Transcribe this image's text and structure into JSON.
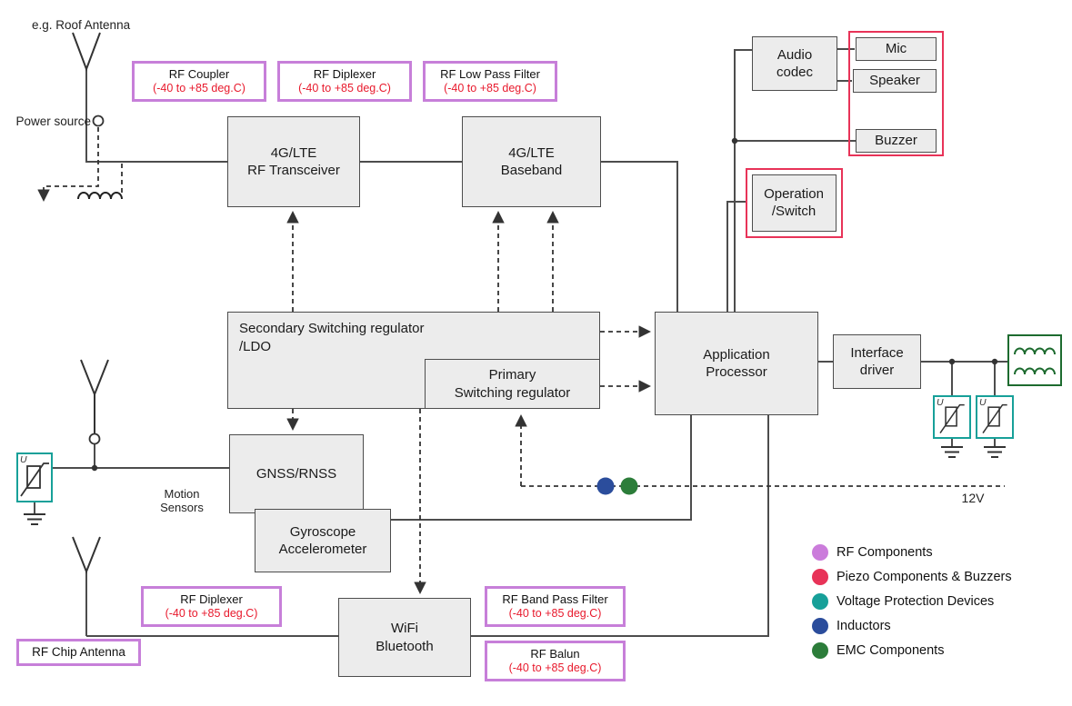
{
  "labels": {
    "roof_antenna_note": "e.g. Roof Antenna",
    "power_source": "Power source",
    "motion_sensors": "Motion\nSensors",
    "supply_12v": "12V",
    "varistor_u": "U"
  },
  "blocks": {
    "rf_transceiver": "4G/LTE\nRF Transceiver",
    "baseband": "4G/LTE\nBaseband",
    "audio_codec": "Audio\ncodec",
    "mic": "Mic",
    "speaker": "Speaker",
    "buzzer": "Buzzer",
    "operation_switch": "Operation\n/Switch",
    "secondary_regulator": "Secondary Switching regulator\n/LDO",
    "primary_regulator": "Primary\nSwitching regulator",
    "application_processor": "Application\nProcessor",
    "interface_driver": "Interface\ndriver",
    "gnss": "GNSS/RNSS",
    "gyroscope": "Gyroscope\nAccelerometer",
    "wifi_bluetooth": "WiFi\nBluetooth"
  },
  "rf_parts": {
    "temp_range": "(-40 to +85 deg.C)",
    "coupler": "RF Coupler",
    "diplexer_top": "RF Diplexer",
    "low_pass_filter": "RF Low Pass Filter",
    "diplexer_bottom": "RF Diplexer",
    "band_pass_filter": "RF Band Pass Filter",
    "balun": "RF Balun",
    "chip_antenna": "RF Chip Antenna"
  },
  "legend": {
    "items": [
      {
        "label": "RF Components",
        "color": "#cb7cdb"
      },
      {
        "label": "Piezo Components & Buzzers",
        "color": "#e83358"
      },
      {
        "label": "Voltage Protection Devices",
        "color": "#17a099"
      },
      {
        "label": "Inductors",
        "color": "#2b4d9c"
      },
      {
        "label": "EMC Components",
        "color": "#2c7d3a"
      }
    ]
  },
  "colors": {
    "rf_purple": "#c77fd9",
    "piezo_red": "#e83358",
    "protection_teal": "#17a099",
    "inductor_blue": "#2b4d9c",
    "emc_green": "#2c7d3a",
    "temp_text": "#e8192c"
  }
}
